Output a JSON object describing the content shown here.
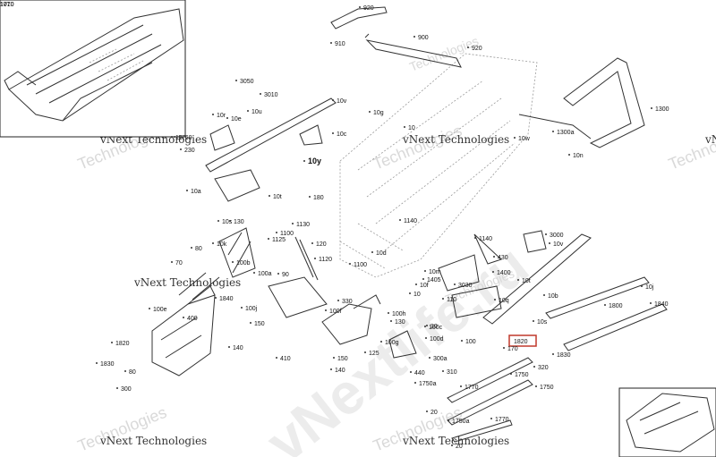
{
  "highlighted_label": "1820",
  "vertical_watermark": "vNext",
  "callouts": [
    "920",
    "910",
    "900",
    "920",
    "1300",
    "3050",
    "3010",
    "10v",
    "10r",
    "10e",
    "10u",
    "10",
    "230",
    "10c",
    "10g",
    "10",
    "10w",
    "1300a",
    "10n",
    "10y",
    "10a",
    "10t",
    "180",
    "10s",
    "130",
    "1130",
    "1125",
    "1100",
    "1140",
    "10k",
    "80",
    "70",
    "100b",
    "100a",
    "90",
    "1120",
    "1100",
    "120",
    "1140",
    "430",
    "3000",
    "10v",
    "10d",
    "10m",
    "1405",
    "1400",
    "10t",
    "3030",
    "10f",
    "10",
    "110",
    "10q",
    "10b",
    "10j",
    "1800",
    "1840",
    "1840",
    "100j",
    "100e",
    "400",
    "150",
    "100f",
    "330",
    "100h",
    "130",
    "100c",
    "30",
    "100",
    "10s",
    "170",
    "1830",
    "1820",
    "1830",
    "140",
    "410",
    "150",
    "125",
    "100g",
    "100d",
    "80",
    "300",
    "140",
    "440",
    "300a",
    "320",
    "310",
    "1750",
    "1750a",
    "1770",
    "1750",
    "20",
    "1750a",
    "1770",
    "20",
    "1760",
    "1770",
    "1710",
    "10"
  ],
  "watermarks": {
    "brand_texts": [
      "vNext Technologies",
      "vNext Technologies",
      "vNext Technologies",
      "vNext Technologies",
      "vNext Technologies",
      "vNext"
    ],
    "big_text": "vNextlife.ru",
    "tech_texts": [
      "Technologies",
      "Technologies",
      "Technologies",
      "Technologies",
      "Technologies",
      "Technologies",
      "Technologies"
    ]
  }
}
